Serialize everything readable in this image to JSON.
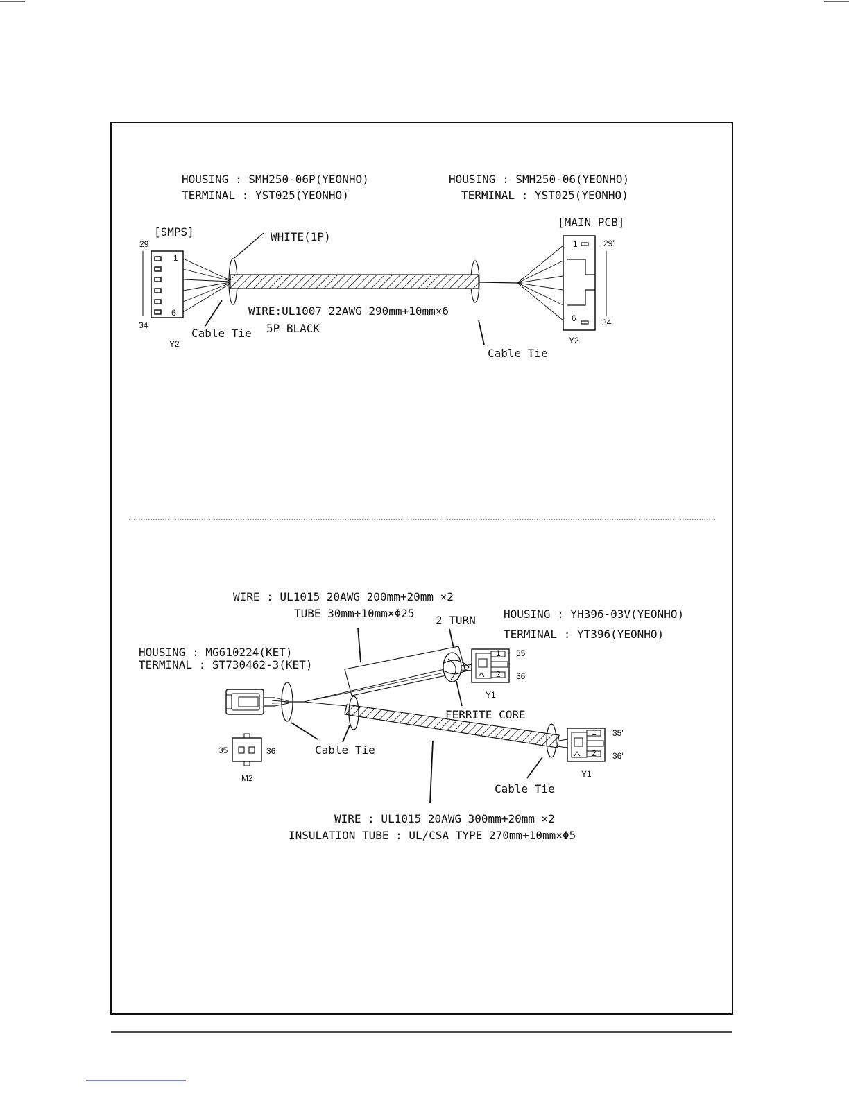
{
  "diagram_top": {
    "left_housing": "HOUSING : SMH250-06P(YEONHO)",
    "left_terminal": "TERMINAL : YST025(YEONHO)",
    "right_housing": "HOUSING : SMH250-06(YEONHO)",
    "right_terminal": "TERMINAL : YST025(YEONHO)",
    "left_board": "[SMPS]",
    "right_board": "[MAIN PCB]",
    "white_label": "WHITE(1P)",
    "wire_spec": "WIRE:UL1007 22AWG 290mm+10mm×6",
    "wire_color": "5P BLACK",
    "cable_tie_left": "Cable Tie",
    "cable_tie_right": "Cable Tie",
    "pin_top_left": "29",
    "pin_bottom_left": "34",
    "pin_top_right": "29'",
    "pin_bottom_right": "34'",
    "pin_one_left": "1",
    "pin_six_left": "6",
    "pin_one_right": "1",
    "pin_six_right": "6",
    "conn_left": "Y2",
    "conn_right": "Y2"
  },
  "diagram_bottom": {
    "wire_spec_top": "WIRE : UL1015 20AWG 200mm+20mm  ×2",
    "tube_spec": "TUBE 30mm+10mm×Φ25",
    "turn_label": "2 TURN",
    "right_housing": "HOUSING : YH396-03V(YEONHO)",
    "right_terminal": "TERMINAL : YT396(YEONHO)",
    "left_housing": "HOUSING : MG610224(KET)",
    "left_terminal": "TERMINAL : ST730462-3(KET)",
    "ferrite": "FERRITE CORE",
    "cable_tie_left": "Cable Tie",
    "cable_tie_right": "Cable Tie",
    "wire_spec_bottom": "WIRE : UL1015 20AWG 300mm+20mm  ×2",
    "insulation_spec": "INSULATION TUBE : UL/CSA TYPE 270mm+10mm×Φ5",
    "pin35_a": "35'",
    "pin36_a": "36'",
    "pin35_b": "35'",
    "pin36_b": "36'",
    "pin35_m": "35",
    "pin36_m": "36",
    "conn_y1a": "Y1",
    "conn_y1b": "Y1",
    "conn_m2": "M2",
    "pin1_a": "1",
    "pin2_a": "2",
    "pin1_b": "1",
    "pin2_b": "2"
  }
}
